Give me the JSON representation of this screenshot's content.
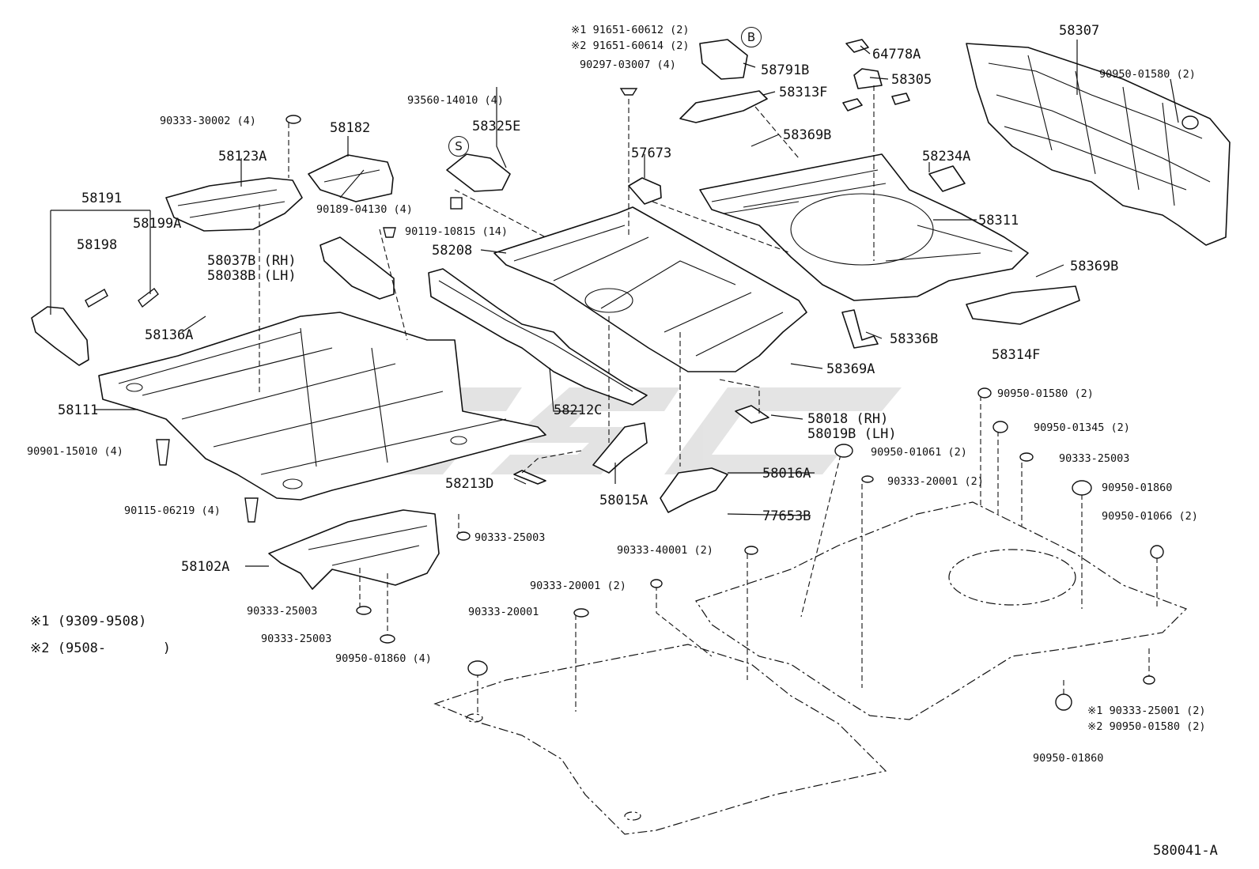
{
  "diagram": {
    "ref_code": "580041-A",
    "notes": [
      {
        "mark": "※1",
        "text": "(9309-9508)"
      },
      {
        "mark": "※2",
        "text": "(9508-       )"
      }
    ],
    "circled": [
      "B",
      "S"
    ],
    "watermark": "SSG",
    "labels": [
      {
        "id": "l1",
        "text": "※1 91651-60612 (2)"
      },
      {
        "id": "l2",
        "text": "※2 91651-60614 (2)"
      },
      {
        "id": "l3",
        "text": "90297-03007 (4)"
      },
      {
        "id": "l4",
        "text": "64778A"
      },
      {
        "id": "l5",
        "text": "58307"
      },
      {
        "id": "l6",
        "text": "58791B"
      },
      {
        "id": "l7",
        "text": "58305"
      },
      {
        "id": "l8",
        "text": "90950-01580 (2)"
      },
      {
        "id": "l9",
        "text": "58313F"
      },
      {
        "id": "l10",
        "text": "93560-14010 (4)"
      },
      {
        "id": "l11",
        "text": "58325E"
      },
      {
        "id": "l12",
        "text": "90333-30002 (4)"
      },
      {
        "id": "l13",
        "text": "58182"
      },
      {
        "id": "l14",
        "text": "58369B"
      },
      {
        "id": "l15",
        "text": "57673"
      },
      {
        "id": "l16",
        "text": "58123A"
      },
      {
        "id": "l17",
        "text": "58234A"
      },
      {
        "id": "l18",
        "text": "58191"
      },
      {
        "id": "l19",
        "text": "90189-04130 (4)"
      },
      {
        "id": "l20",
        "text": "58199A"
      },
      {
        "id": "l21",
        "text": "58311"
      },
      {
        "id": "l22",
        "text": "90119-10815 (14)"
      },
      {
        "id": "l23",
        "text": "58198"
      },
      {
        "id": "l24",
        "text": "58208"
      },
      {
        "id": "l25",
        "text": "58037B (RH)"
      },
      {
        "id": "l26",
        "text": "58038B (LH)"
      },
      {
        "id": "l27",
        "text": "58369B"
      },
      {
        "id": "l28",
        "text": "58136A"
      },
      {
        "id": "l29",
        "text": "58314F"
      },
      {
        "id": "l30",
        "text": "58336B"
      },
      {
        "id": "l31",
        "text": "58369A"
      },
      {
        "id": "l32",
        "text": "90950-01580 (2)"
      },
      {
        "id": "l33",
        "text": "58111"
      },
      {
        "id": "l34",
        "text": "58212C"
      },
      {
        "id": "l35",
        "text": "58018   (RH)"
      },
      {
        "id": "l36",
        "text": "58019B (LH)"
      },
      {
        "id": "l37",
        "text": "90950-01345 (2)"
      },
      {
        "id": "l38",
        "text": "90901-15010 (4)"
      },
      {
        "id": "l39",
        "text": "90950-01061 (2)"
      },
      {
        "id": "l40",
        "text": "90333-25003"
      },
      {
        "id": "l41",
        "text": "58213D"
      },
      {
        "id": "l42",
        "text": "58016A"
      },
      {
        "id": "l43",
        "text": "90333-20001 (2)"
      },
      {
        "id": "l44",
        "text": "90950-01860"
      },
      {
        "id": "l45",
        "text": "58015A"
      },
      {
        "id": "l46",
        "text": "90115-06219 (4)"
      },
      {
        "id": "l47",
        "text": "77653B"
      },
      {
        "id": "l48",
        "text": "90950-01066 (2)"
      },
      {
        "id": "l49",
        "text": "90333-25003"
      },
      {
        "id": "l50",
        "text": "90333-40001 (2)"
      },
      {
        "id": "l51",
        "text": "58102A"
      },
      {
        "id": "l52",
        "text": "90333-20001 (2)"
      },
      {
        "id": "l53",
        "text": "90333-20001"
      },
      {
        "id": "l54",
        "text": "90333-25003"
      },
      {
        "id": "l55",
        "text": "90333-25003"
      },
      {
        "id": "l56",
        "text": "90950-01860 (4)"
      },
      {
        "id": "l57",
        "text": "※1 90333-25001 (2)"
      },
      {
        "id": "l58",
        "text": "※2 90950-01580 (2)"
      },
      {
        "id": "l59",
        "text": "90950-01860"
      }
    ]
  }
}
